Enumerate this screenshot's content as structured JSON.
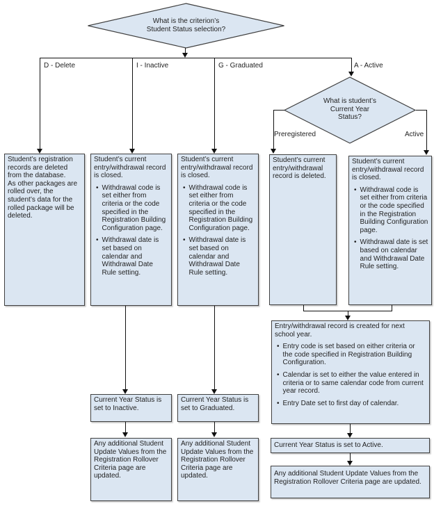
{
  "colors": {
    "box_fill": "#dbe6f2",
    "box_border": "#404040",
    "connector_line": "#111111",
    "text": "#1f1f1f",
    "background": "#ffffff"
  },
  "root_decision": {
    "line1": "What is the criterion’s",
    "line2": "Student Status selection?"
  },
  "branch_labels": {
    "delete": "D - Delete",
    "inactive": "I - Inactive",
    "graduated": "G - Graduated",
    "active": "A - Active"
  },
  "year_decision": {
    "line1": "What is student’s",
    "line2": "Current Year",
    "line3": "Status?"
  },
  "year_branch_labels": {
    "preregistered": "Preregistered",
    "active": "Active"
  },
  "delete_box": {
    "para1": "Student’s registration records are deleted from the database.",
    "para2": "As other packages are rolled over, the student’s data for the rolled package will be deleted."
  },
  "closed_box": {
    "heading": "Student’s current entry/withdrawal record is closed.",
    "bullet1": "Withdrawal code is set either from criteria or the code specified in the Registration Building Configuration page.",
    "bullet2": "Withdrawal date is set based on calendar and Withdrawal Date Rule setting."
  },
  "deleted_box": {
    "heading": "Student’s current entry/withdrawal record is deleted."
  },
  "next_year_box": {
    "heading": "Entry/withdrawal record is created for next school year.",
    "bullet1": "Entry code is set based on either criteria or the code specified in Registration Building Configuration.",
    "bullet2": "Calendar is set to either the value entered in criteria or to same calendar code from current year record.",
    "bullet3": "Entry Date set to first day of calendar."
  },
  "status_boxes": {
    "inactive": "Current Year Status is set to Inactive.",
    "graduated": "Current Year Status is set to Graduated.",
    "active": "Current Year Status is set to Active."
  },
  "update_box": {
    "text": "Any additional Student Update Values from the Registration Rollover Criteria page are updated."
  }
}
